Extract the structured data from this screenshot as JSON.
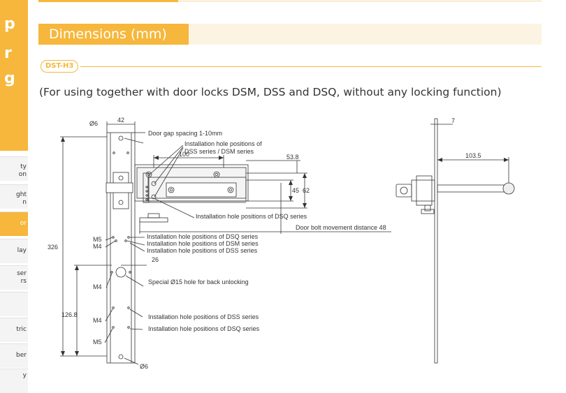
{
  "sidebar": {
    "letters": [
      "p",
      "r",
      "g"
    ],
    "items": [
      "ty\non",
      "ght\nn",
      "or",
      "lay",
      "ser\nrs",
      "",
      "tric",
      "ber",
      "y"
    ]
  },
  "header": {
    "title": "Dimensions (mm)"
  },
  "model_tag": "DST-H3",
  "subtitle": "(For using together with door locks DSM, DSS and DSQ, without any locking function)",
  "front_view": {
    "dia_top": "Ø6",
    "width_top": "42",
    "door_gap": "Door gap spacing 1-10mm",
    "install_dss_dsm_1": "Installation hole positions of",
    "install_dss_dsm_2": "DSS series / DSM series",
    "dim_100": "100",
    "dim_53_8": "53.8",
    "dim_45": "45",
    "dim_62": "62",
    "install_dsq_top": "Installation hole positions of DSQ series",
    "bolt_movement": "Door bolt movement distance 48",
    "m5_top": "M5",
    "m4_top": "M4",
    "install_dsq_mid": "Installation hole positions of DSQ series",
    "install_dsm_mid": "Installation hole positions of DSM series",
    "install_dss_mid": "Installation hole positions of DSS series",
    "dim_326": "326",
    "dim_26": "26",
    "m4_mid": "M4",
    "special_hole": "Special Ø15 hole for back unlocking",
    "dim_126_8": "126.8",
    "m4_low": "M4",
    "install_dss_low": "Installation hole positions of DSS series",
    "m5_low": "M5",
    "install_dsq_low": "Installation hole positions of DSQ series",
    "dia_bottom": "Ø6"
  },
  "side_view": {
    "dim_7": "7",
    "dim_103_5": "103.5"
  }
}
